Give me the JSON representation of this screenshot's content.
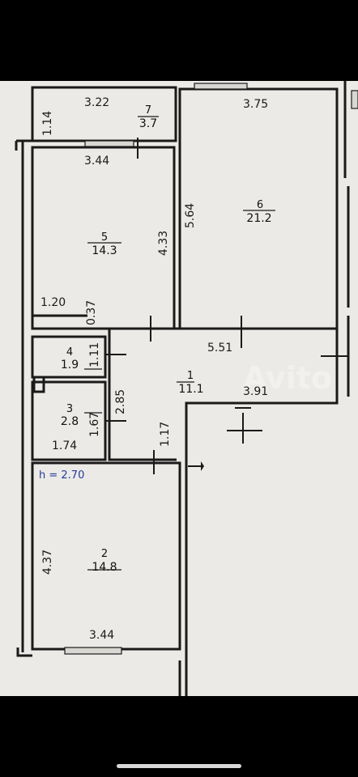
{
  "plan": {
    "ceiling_height": "h = 2.70",
    "rooms": [
      {
        "id": "r1",
        "number": "1",
        "area": "11.1"
      },
      {
        "id": "r2",
        "number": "2",
        "area": "14.8"
      },
      {
        "id": "r3",
        "number": "3",
        "area": "2.8"
      },
      {
        "id": "r4",
        "number": "4",
        "area": "1.9"
      },
      {
        "id": "r5",
        "number": "5",
        "area": "14.3"
      },
      {
        "id": "r6",
        "number": "6",
        "area": "21.2"
      },
      {
        "id": "r7",
        "number": "7",
        "area": "3.7"
      }
    ],
    "dimensions": {
      "balcony_width": "3.22",
      "balcony_depth": "1.14",
      "room5_width": "3.44",
      "room5_length": "4.33",
      "room5_closet": "1.20",
      "room5_closet_depth": "0.37",
      "room6_width": "3.75",
      "room6_length": "5.64",
      "hall_length": "5.51",
      "hall_width": "3.91",
      "hall_depth": "2.85",
      "hall_passage": "1.17",
      "wc_height": "1.11",
      "bath_height": "1.67",
      "bath_width": "1.74",
      "room2_length": "4.37",
      "room2_width": "3.44"
    },
    "watermark": "Avito",
    "colors": {
      "paper": "#eceae6",
      "wall": "#1a1a1a",
      "annotation": "#223a9c",
      "background": "#000000"
    }
  }
}
